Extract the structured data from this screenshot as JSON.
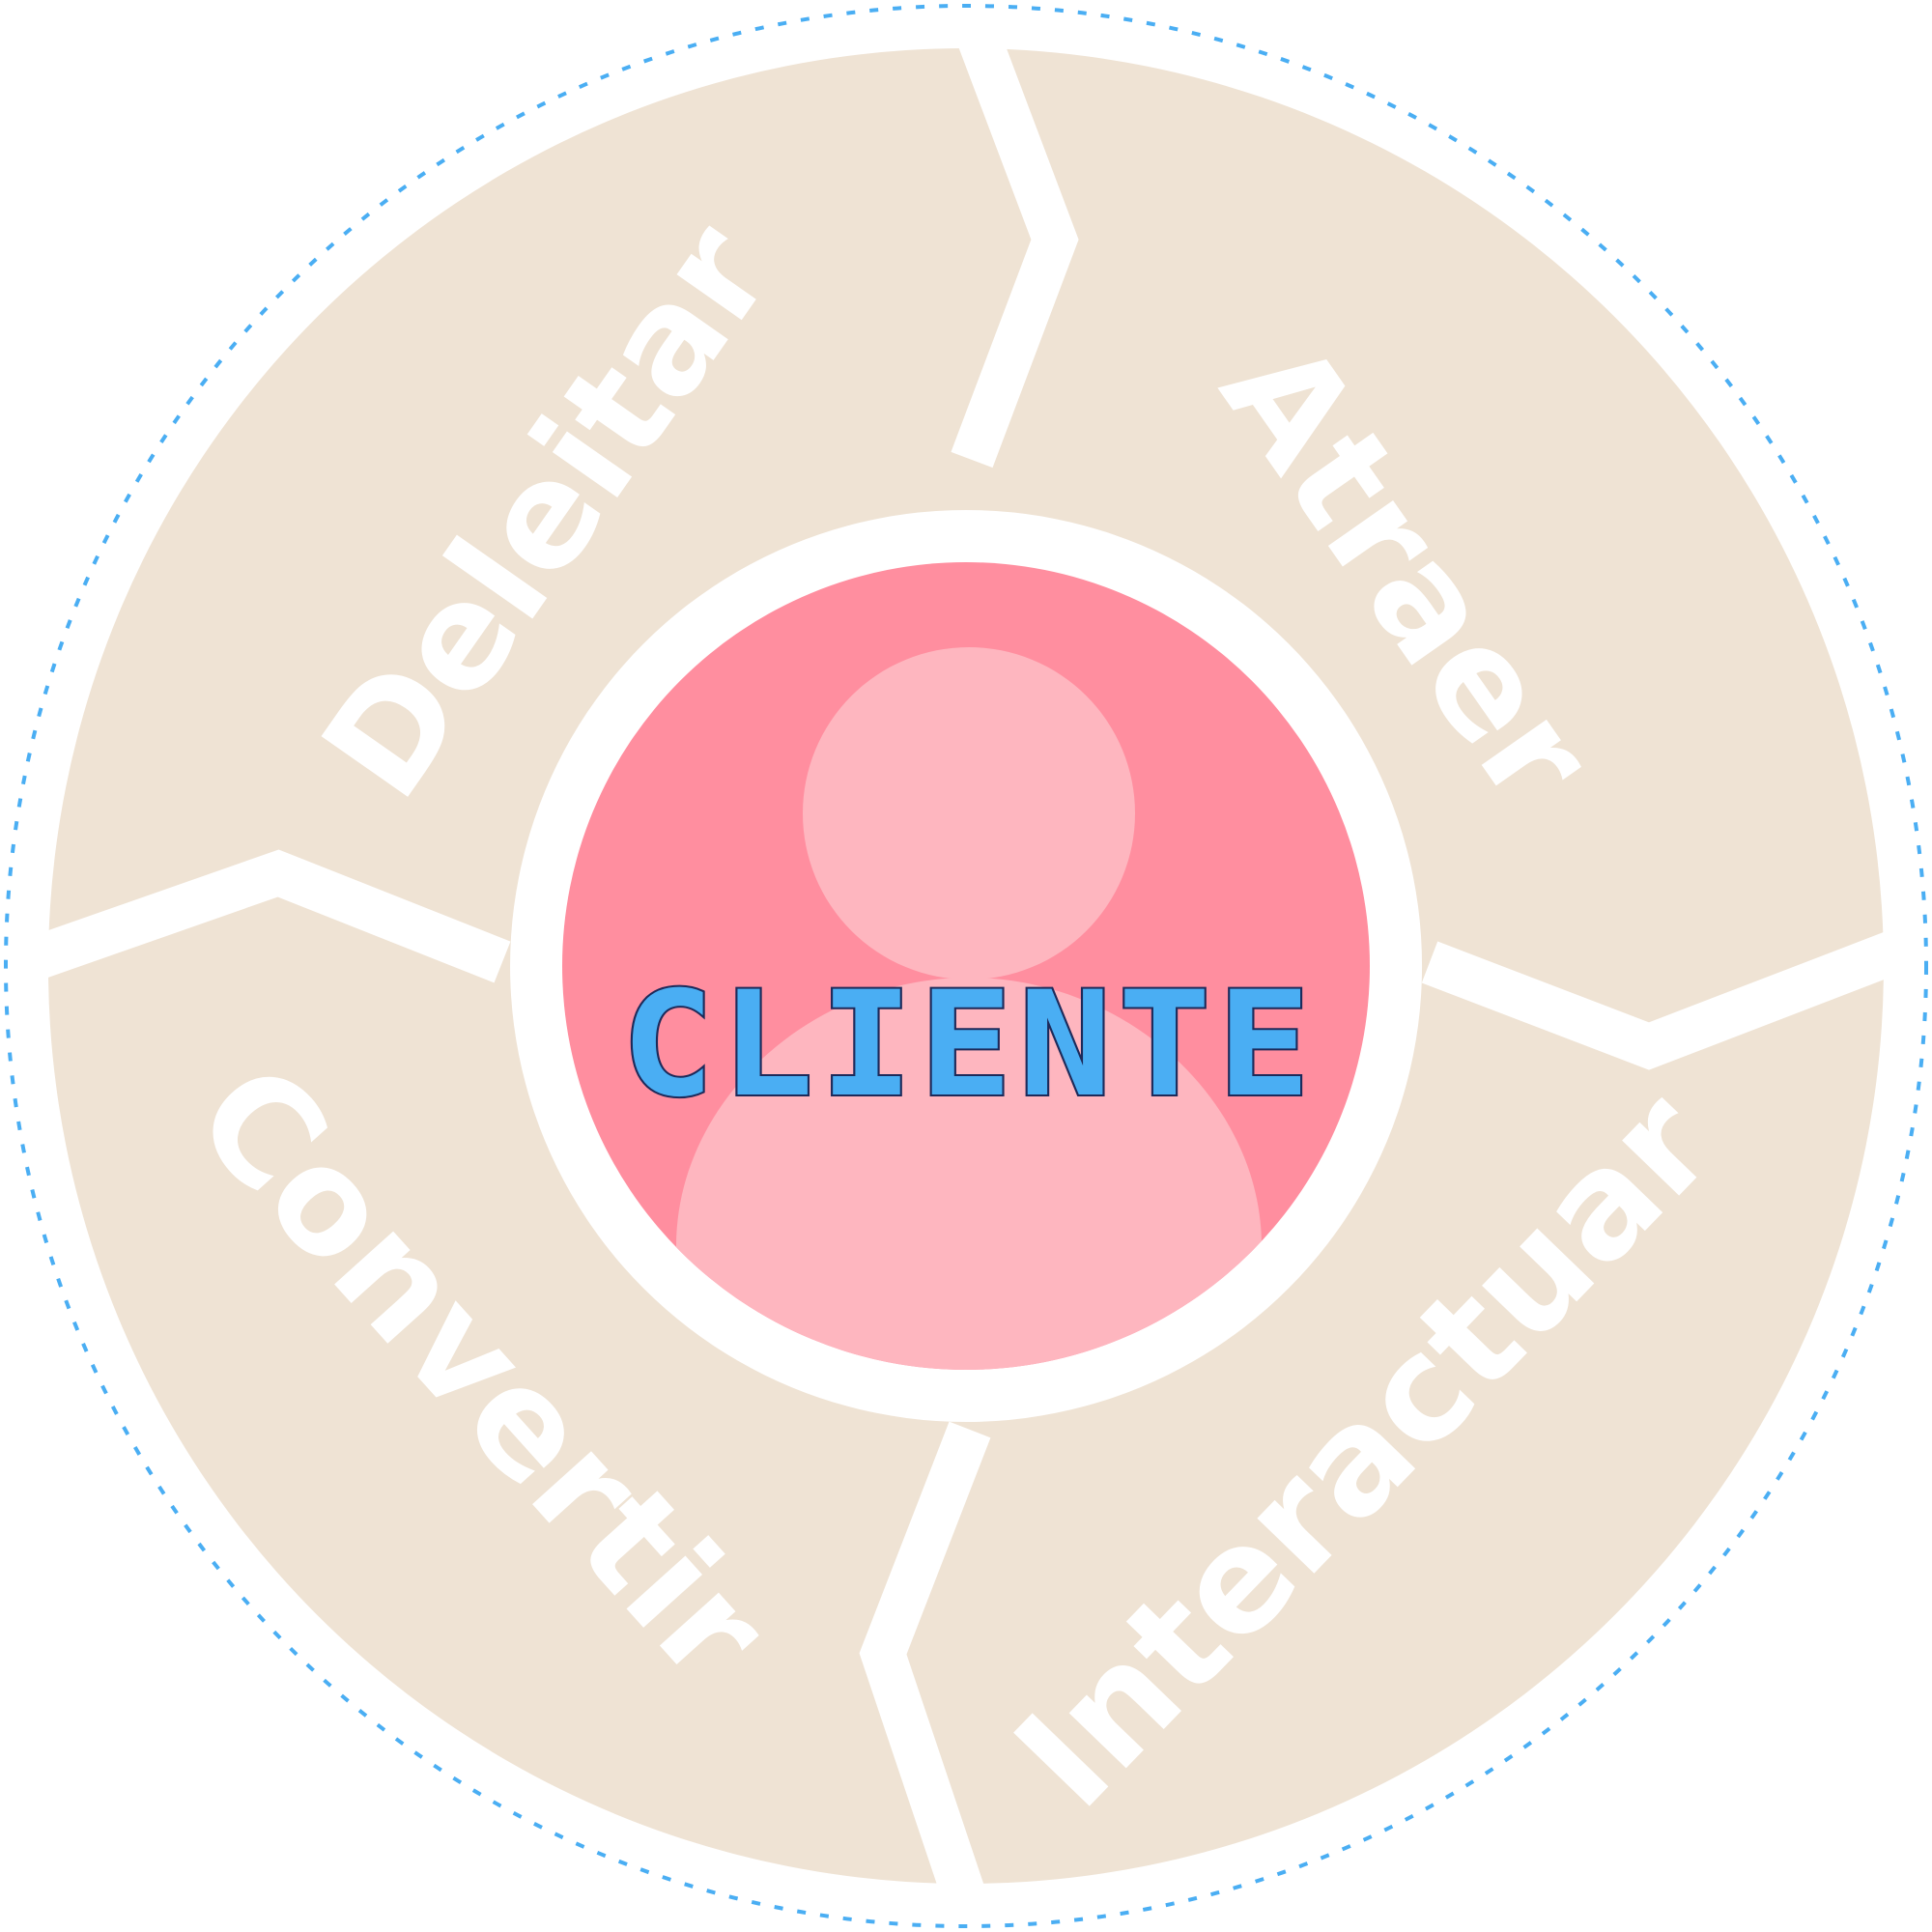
{
  "center": {
    "label": "CLIENTE"
  },
  "segments": [
    {
      "label": "Atraer"
    },
    {
      "label": "Interactuar"
    },
    {
      "label": "Convertir"
    },
    {
      "label": "Deleitar"
    }
  ],
  "colors": {
    "segment_fill": "#efe3d4",
    "gap": "#ffffff",
    "outer_dotted": "#4aaef3",
    "center_bg": "#ff8e9f",
    "person": "#feb6bf",
    "center_text": "#4aaef3",
    "center_text_outline": "#1d2a5a"
  }
}
